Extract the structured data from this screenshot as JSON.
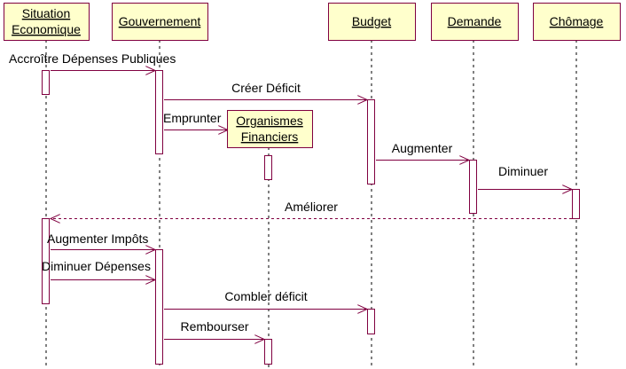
{
  "colors": {
    "box_fill": "#ffffcc",
    "line": "#800040",
    "lifeline": "#000000"
  },
  "lifelines": [
    {
      "id": "eco",
      "label_lines": [
        "Situation",
        "Economique"
      ]
    },
    {
      "id": "gov",
      "label_lines": [
        "Gouvernement"
      ]
    },
    {
      "id": "bud",
      "label_lines": [
        "Budget"
      ]
    },
    {
      "id": "dem",
      "label_lines": [
        "Demande"
      ]
    },
    {
      "id": "cho",
      "label_lines": [
        "Chômage"
      ]
    },
    {
      "id": "org",
      "label_lines": [
        "Organismes",
        "Financiers"
      ]
    }
  ],
  "messages": [
    {
      "id": "m1",
      "label": "Accroître Dépenses Publiques",
      "from": "eco",
      "to": "gov",
      "style": "solid"
    },
    {
      "id": "m2",
      "label": "Créer Déficit",
      "from": "gov",
      "to": "bud",
      "style": "solid"
    },
    {
      "id": "m3",
      "label": "Emprunter",
      "from": "gov",
      "to": "org",
      "style": "solid"
    },
    {
      "id": "m4",
      "label": "Augmenter",
      "from": "bud",
      "to": "dem",
      "style": "solid"
    },
    {
      "id": "m5",
      "label": "Diminuer",
      "from": "dem",
      "to": "cho",
      "style": "solid"
    },
    {
      "id": "m6",
      "label": "Améliorer",
      "from": "cho",
      "to": "eco",
      "style": "dashed"
    },
    {
      "id": "m7",
      "label": "Augmenter Impôts",
      "from": "eco",
      "to": "gov",
      "style": "solid"
    },
    {
      "id": "m8",
      "label": "Diminuer Dépenses",
      "from": "eco",
      "to": "gov",
      "style": "solid"
    },
    {
      "id": "m9",
      "label": "Combler déficit",
      "from": "gov",
      "to": "bud",
      "style": "solid"
    },
    {
      "id": "m10",
      "label": "Rembourser",
      "from": "gov",
      "to": "org",
      "style": "solid"
    }
  ]
}
